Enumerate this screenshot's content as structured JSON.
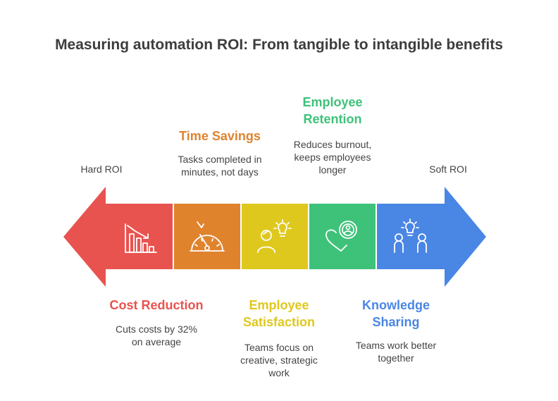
{
  "title": "Measuring automation ROI: From tangible to intangible benefits",
  "left_end_label": "Hard ROI",
  "right_end_label": "Soft ROI",
  "colors": {
    "red": "#e8534f",
    "orange": "#e0832d",
    "yellow": "#dfc81e",
    "green": "#3ec27a",
    "blue": "#4a86e4"
  },
  "stages": [
    {
      "heading": "Cost Reduction",
      "description_lines": [
        "Cuts costs by 32%",
        "on average"
      ],
      "icon": "declining-bar-chart-icon",
      "color": "#e8534f"
    },
    {
      "heading_lines": [
        "Time Savings"
      ],
      "description_lines": [
        "Tasks completed in",
        "minutes, not days"
      ],
      "icon": "speedometer-icon",
      "color": "#e0832d"
    },
    {
      "heading_lines": [
        "Employee",
        "Satisfaction"
      ],
      "description_lines": [
        "Teams focus on",
        "creative, strategic",
        "work"
      ],
      "icon": "person-idea-icon",
      "color": "#dfc81e"
    },
    {
      "heading_lines": [
        "Employee",
        "Retention"
      ],
      "description_lines": [
        "Reduces burnout,",
        "keeps employees",
        "longer"
      ],
      "icon": "heart-person-icon",
      "color": "#3ec27a"
    },
    {
      "heading_lines": [
        "Knowledge",
        "Sharing"
      ],
      "description_lines": [
        "Teams work better",
        "together"
      ],
      "icon": "two-people-idea-icon",
      "color": "#4a86e4"
    }
  ]
}
